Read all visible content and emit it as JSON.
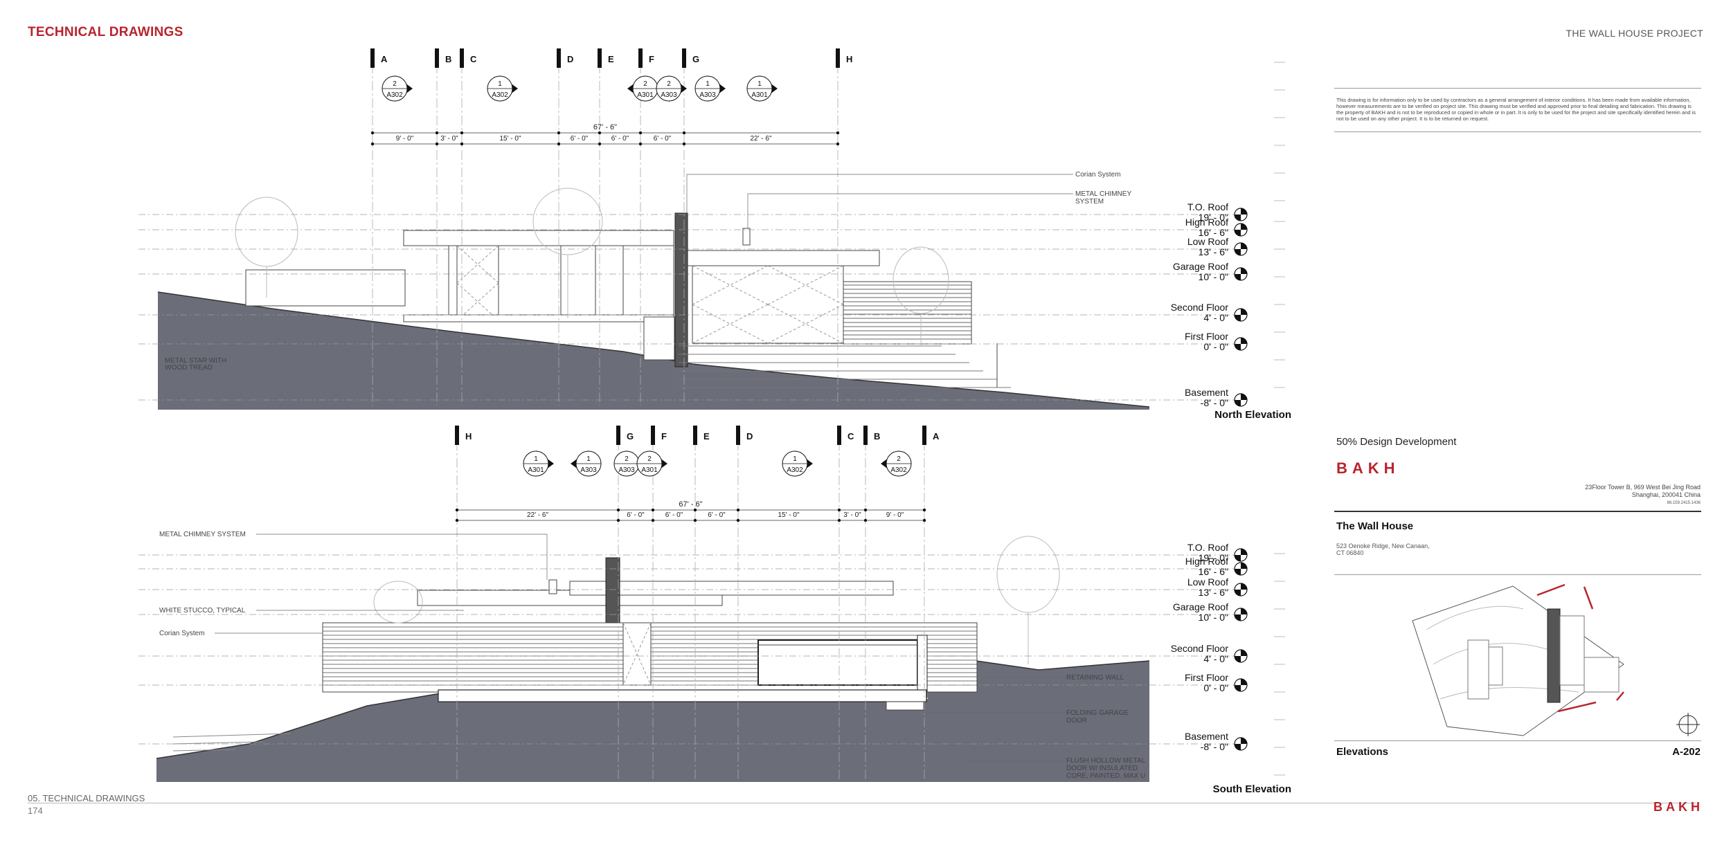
{
  "header": {
    "section_title": "TECHNICAL DRAWINGS",
    "project_title": "THE WALL HOUSE PROJECT"
  },
  "footer": {
    "section": "05. TECHNICAL DRAWINGS",
    "page": "174",
    "logo": "BAKH"
  },
  "disclaimer": "This drawing is for information only to be used by contractors as a general arrangement of interior conditions. It has been made from available information, however measurements are to be verified on project site. This drawing must be verified and approved prior to final detailing and fabrication. This drawing is the property of BAKH and is not to be reproduced or copied in whole or in part. It is only to be used for the project and site specifically identified herein and is not to be used on any other project. It is to be returned on request.",
  "title_block": {
    "phase": "50% Design Development",
    "firm_logo": "BAKH",
    "firm_address_1": "23Floor Tower B, 969 West Bei Jing Road",
    "firm_address_2": "Shanghai, 200041 China",
    "firm_tel": "86.159.2415.1436",
    "project_name": "The Wall House",
    "project_address_1": "523 Oenoke Ridge, New Canaan,",
    "project_address_2": "CT 06840",
    "sheet_title": "Elevations",
    "sheet_number": "A-202"
  },
  "drawings": {
    "north": {
      "title": "North Elevation",
      "grids": [
        "A",
        "B",
        "C",
        "D",
        "E",
        "F",
        "G",
        "H"
      ],
      "sections": [
        {
          "num": "2",
          "ref": "A302"
        },
        {
          "num": "1",
          "ref": "A302"
        },
        {
          "num": "2",
          "ref": "A301"
        },
        {
          "num": "2",
          "ref": "A303"
        },
        {
          "num": "1",
          "ref": "A303"
        },
        {
          "num": "1",
          "ref": "A301"
        }
      ],
      "overall_dim": "67' - 6\"",
      "dims": [
        "9' - 0\"",
        "3' - 0\"",
        "15' - 0\"",
        "6' - 0\"",
        "6' - 0\"",
        "6' - 0\"",
        "22' - 6\""
      ],
      "callouts": [
        "Corian System",
        "METAL CHIMNEY",
        "SYSTEM",
        "METAL STAR WITH",
        "WOOD TREAD"
      ]
    },
    "south": {
      "title": "South Elevation",
      "grids": [
        "H",
        "G",
        "F",
        "E",
        "D",
        "C",
        "B",
        "A"
      ],
      "sections": [
        {
          "num": "1",
          "ref": "A301"
        },
        {
          "num": "1",
          "ref": "A303"
        },
        {
          "num": "2",
          "ref": "A303"
        },
        {
          "num": "2",
          "ref": "A301"
        },
        {
          "num": "1",
          "ref": "A302"
        },
        {
          "num": "2",
          "ref": "A302"
        }
      ],
      "overall_dim": "67' - 6\"",
      "dims": [
        "22' - 6\"",
        "6' - 0\"",
        "6' - 0\"",
        "6' - 0\"",
        "15' - 0\"",
        "3' - 0\"",
        "9' - 0\""
      ],
      "callouts": [
        "METAL CHIMNEY SYSTEM",
        "WHITE STUCCO, TYPICAL",
        "Corian System",
        "RETAINING WALL",
        "FOLDING GARAGE",
        "DOOR",
        "FLUSH HOLLOW METAL",
        "DOOR W/ INSULATED",
        "CORE, PAINTED. MAX U"
      ]
    },
    "levels": [
      {
        "name": "T.O. Roof",
        "elev": "19' - 0\""
      },
      {
        "name": "High Roof",
        "elev": "16' - 6\""
      },
      {
        "name": "Low Roof",
        "elev": "13' - 6\""
      },
      {
        "name": "Garage Roof",
        "elev": "10' - 0\""
      },
      {
        "name": "Second Floor",
        "elev": "4' - 0\""
      },
      {
        "name": "First Floor",
        "elev": "0' - 0\""
      },
      {
        "name": "Basement",
        "elev": "-8' - 0\""
      }
    ]
  },
  "colors": {
    "accent": "#b8242e",
    "ground": "#6b6d79"
  }
}
